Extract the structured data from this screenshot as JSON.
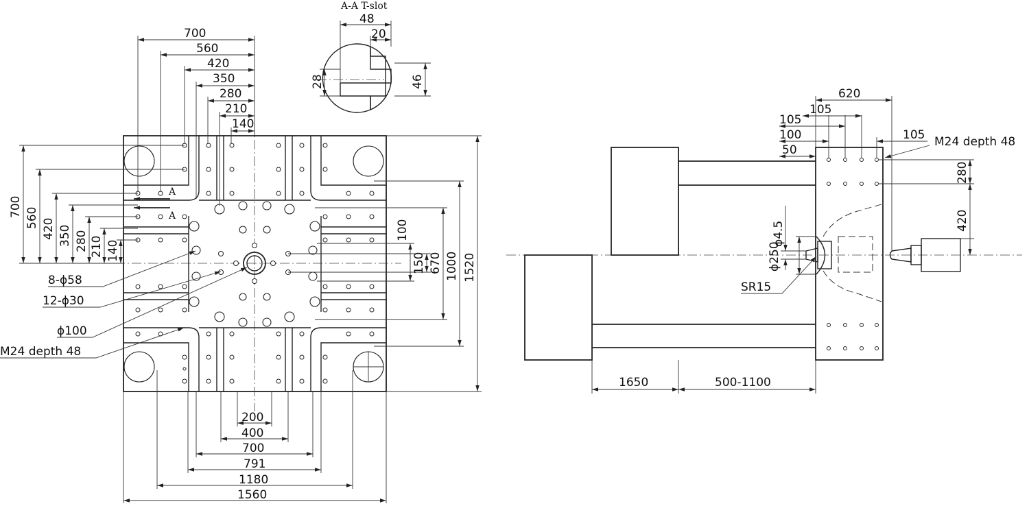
{
  "section": {
    "title": "A-A  T-slot",
    "w48": "48",
    "w20": "20",
    "h28": "28",
    "h46": "46"
  },
  "platen": {
    "top_dims": [
      "700",
      "560",
      "420",
      "350",
      "280",
      "210",
      "140"
    ],
    "left_dims": [
      "700",
      "560",
      "420",
      "350",
      "280",
      "210",
      "140"
    ],
    "bottom_dims": [
      "200",
      "400",
      "700",
      "791",
      "1180",
      "1560"
    ],
    "right_dims": [
      "100",
      "150",
      "670",
      "1000",
      "1520"
    ],
    "section_mark": "A",
    "callouts": [
      "8-ϕ58",
      "12-ϕ30",
      "ϕ100",
      "M24 depth 48"
    ]
  },
  "side": {
    "top_dims": [
      "620",
      "105",
      "105",
      "100",
      "50",
      "105"
    ],
    "thread_note": "M24 depth 48",
    "right_dims": [
      "280",
      "420"
    ],
    "small_dia": "ϕ4.5",
    "large_dia": "ϕ250",
    "sphere": "SR15",
    "bottom_dims": [
      "1650",
      "500-1100"
    ]
  }
}
